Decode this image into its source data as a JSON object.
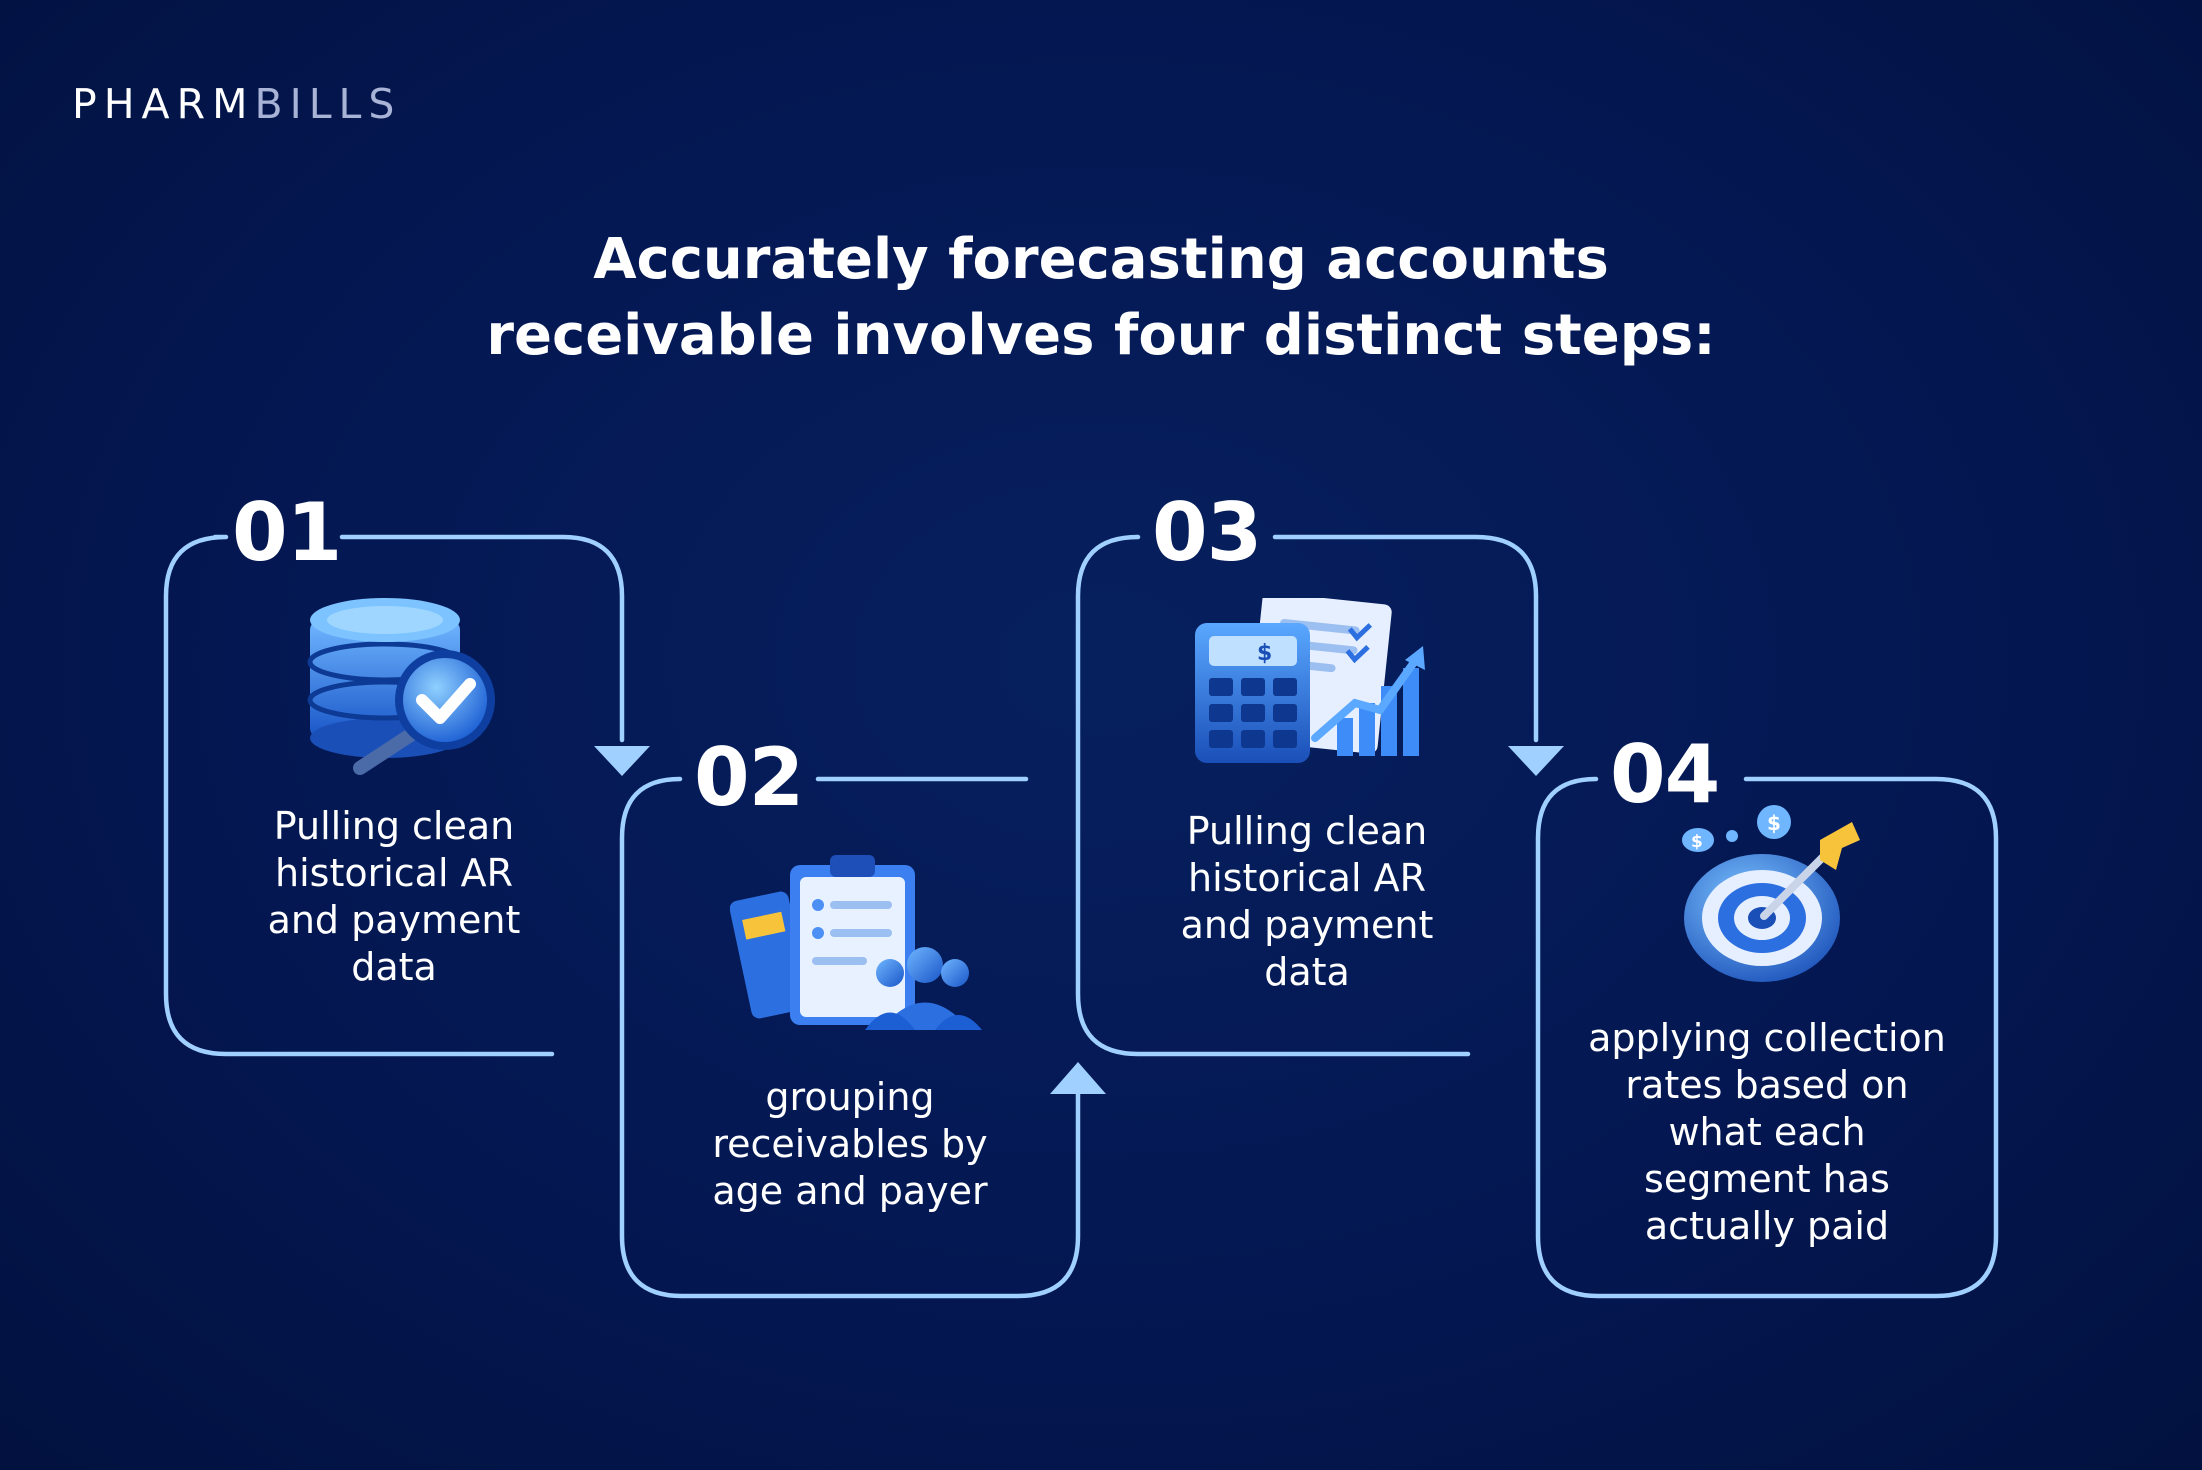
{
  "brand": {
    "part1": "PHARM",
    "part2": "BILLS"
  },
  "title": {
    "line1": "Accurately forecasting accounts",
    "line2": "receivable involves four distinct steps:"
  },
  "steps": [
    {
      "number": "01",
      "icon": "database-check-icon",
      "lines": [
        "Pulling clean",
        "historical AR",
        "and payment",
        "data"
      ]
    },
    {
      "number": "02",
      "icon": "clipboard-people-icon",
      "lines": [
        "grouping",
        "receivables by",
        "age and payer"
      ]
    },
    {
      "number": "03",
      "icon": "calculator-chart-icon",
      "lines": [
        "Pulling clean",
        "historical AR",
        "and payment",
        "data"
      ]
    },
    {
      "number": "04",
      "icon": "target-dart-icon",
      "lines": [
        "applying collection",
        "rates based on",
        "what each",
        "segment has",
        "actually paid"
      ]
    }
  ],
  "colors": {
    "background": "#03154a",
    "frame": "#9fd0ff",
    "accent_blue": "#2f7ff0",
    "accent_yellow": "#f7c33a"
  }
}
